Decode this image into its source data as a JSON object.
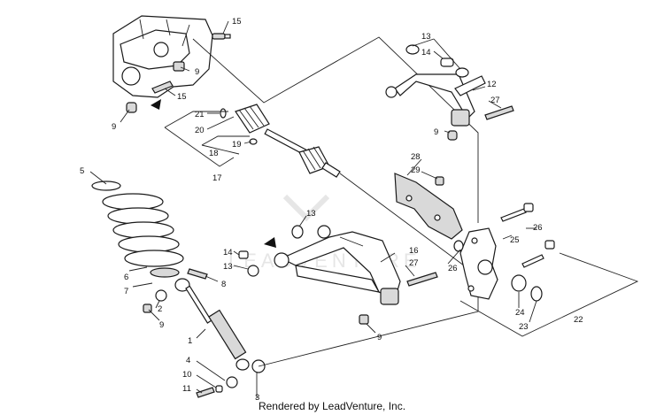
{
  "credit": "Rendered by LeadVenture, Inc.",
  "watermark": "LEADVENTURE",
  "colors": {
    "line": "#1a1a1a",
    "shade": "#d9d9d9",
    "watermark": "#e6e6e6"
  },
  "callouts": [
    "15",
    "9",
    "15",
    "9",
    "21",
    "20",
    "19",
    "18",
    "17",
    "13",
    "14",
    "12",
    "27",
    "9",
    "28",
    "29",
    "5",
    "13",
    "14",
    "13",
    "8",
    "16",
    "27",
    "26",
    "25",
    "26",
    "6",
    "7",
    "2",
    "9",
    "24",
    "23",
    "22",
    "9",
    "1",
    "4",
    "10",
    "11",
    "3"
  ]
}
